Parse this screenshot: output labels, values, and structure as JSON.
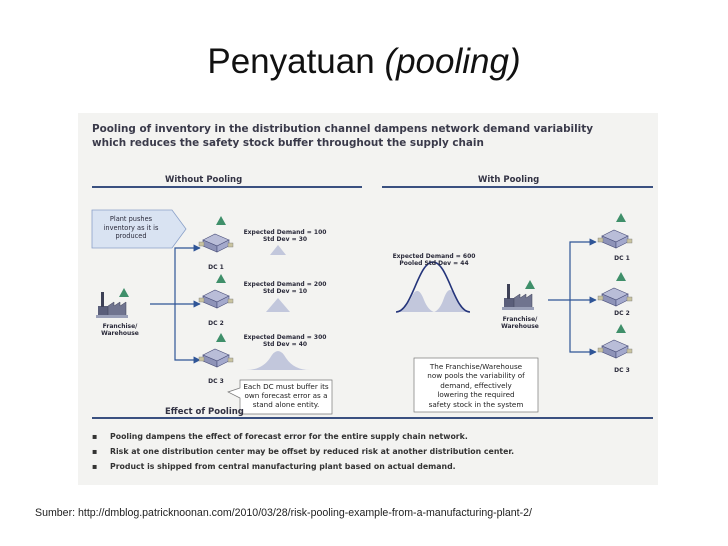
{
  "title": {
    "main": "Penyatuan ",
    "italic": "(pooling)"
  },
  "figure": {
    "heading_line1": "Pooling of inventory in the distribution channel  dampens network demand variability",
    "heading_line2": "which reduces the safety stock buffer throughout the supply chain",
    "without_pooling": "Without Pooling",
    "with_pooling": "With Pooling",
    "plant_pushes": [
      "Plant pushes",
      "inventory as it is",
      "produced"
    ],
    "dc_left": [
      {
        "label": "DC 1",
        "demand": "Expected Demand = 100",
        "stddev": "Std Dev = 30"
      },
      {
        "label": "DC 2",
        "demand": "Expected Demand = 200",
        "stddev": "Std Dev = 10"
      },
      {
        "label": "DC 3",
        "demand": "Expected Demand = 300",
        "stddev": "Std Dev = 40"
      }
    ],
    "franchise_left": [
      "Franchise/",
      "Warehouse"
    ],
    "franchise_right": [
      "Franchise/",
      "Warehouse"
    ],
    "pooled_demand": "Expected Demand = 600",
    "pooled_stddev": "Pooled Std Dev = 44",
    "dc_right": [
      "DC 1",
      "DC 2",
      "DC 3"
    ],
    "callout_left": [
      "Each DC must buffer its",
      "own forecast error as a",
      "stand alone entity."
    ],
    "callout_right": [
      "The Franchise/Warehouse",
      "now pools the variability of",
      "demand, effectively",
      "lowering the required",
      "safety stock in the system"
    ],
    "effect_title": "Effect of Pooling",
    "bullets": [
      "Pooling dampens the effect of forecast error for the entire supply chain network.",
      "Risk at one distribution center may be offset by reduced risk at another distribution center.",
      "Product is shipped from central manufacturing plant based on actual demand."
    ]
  },
  "source": "Sumber: http://dmblog.patricknoonan.com/2010/03/28/risk-pooling-example-from-a-manufacturing-plant-2/",
  "colors": {
    "arrow": "#2f5597",
    "triangle": "#3f8f6a",
    "curve": "#24347a",
    "plant_box": "#d9e3f2"
  }
}
